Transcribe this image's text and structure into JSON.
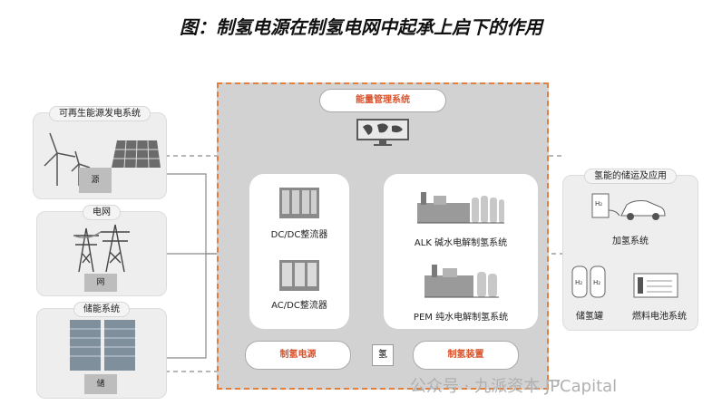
{
  "title": "图：制氢电源在制氢电网中起承上启下的作用",
  "central": {
    "energy_mgmt_label": "能量管理系统",
    "dcdc_label": "DC/DC整流器",
    "acdc_label": "AC/DC整流器",
    "alk_label": "ALK  碱水电解制氢系统",
    "pem_label": "PEM  纯水电解制氢系统",
    "power_supply_label": "制氢电源",
    "equipment_label": "制氢装置",
    "hydrogen_center_label": "氢"
  },
  "left": {
    "renewable": {
      "label": "可再生能源发电系统",
      "tag": "源"
    },
    "grid": {
      "label": "电网",
      "tag": "网"
    },
    "storage": {
      "label": "储能系统",
      "tag": "储"
    }
  },
  "right": {
    "label": "氢能的储运及应用",
    "refuel_label": "加氢系统",
    "tank_label": "储氢罐",
    "fuelcell_label": "燃料电池系统",
    "h2_mark": "H₂"
  },
  "watermark": "公众号 · 九派资本 JPCapital",
  "colors": {
    "accent": "#d9522b",
    "dash_border": "#e08040"
  }
}
